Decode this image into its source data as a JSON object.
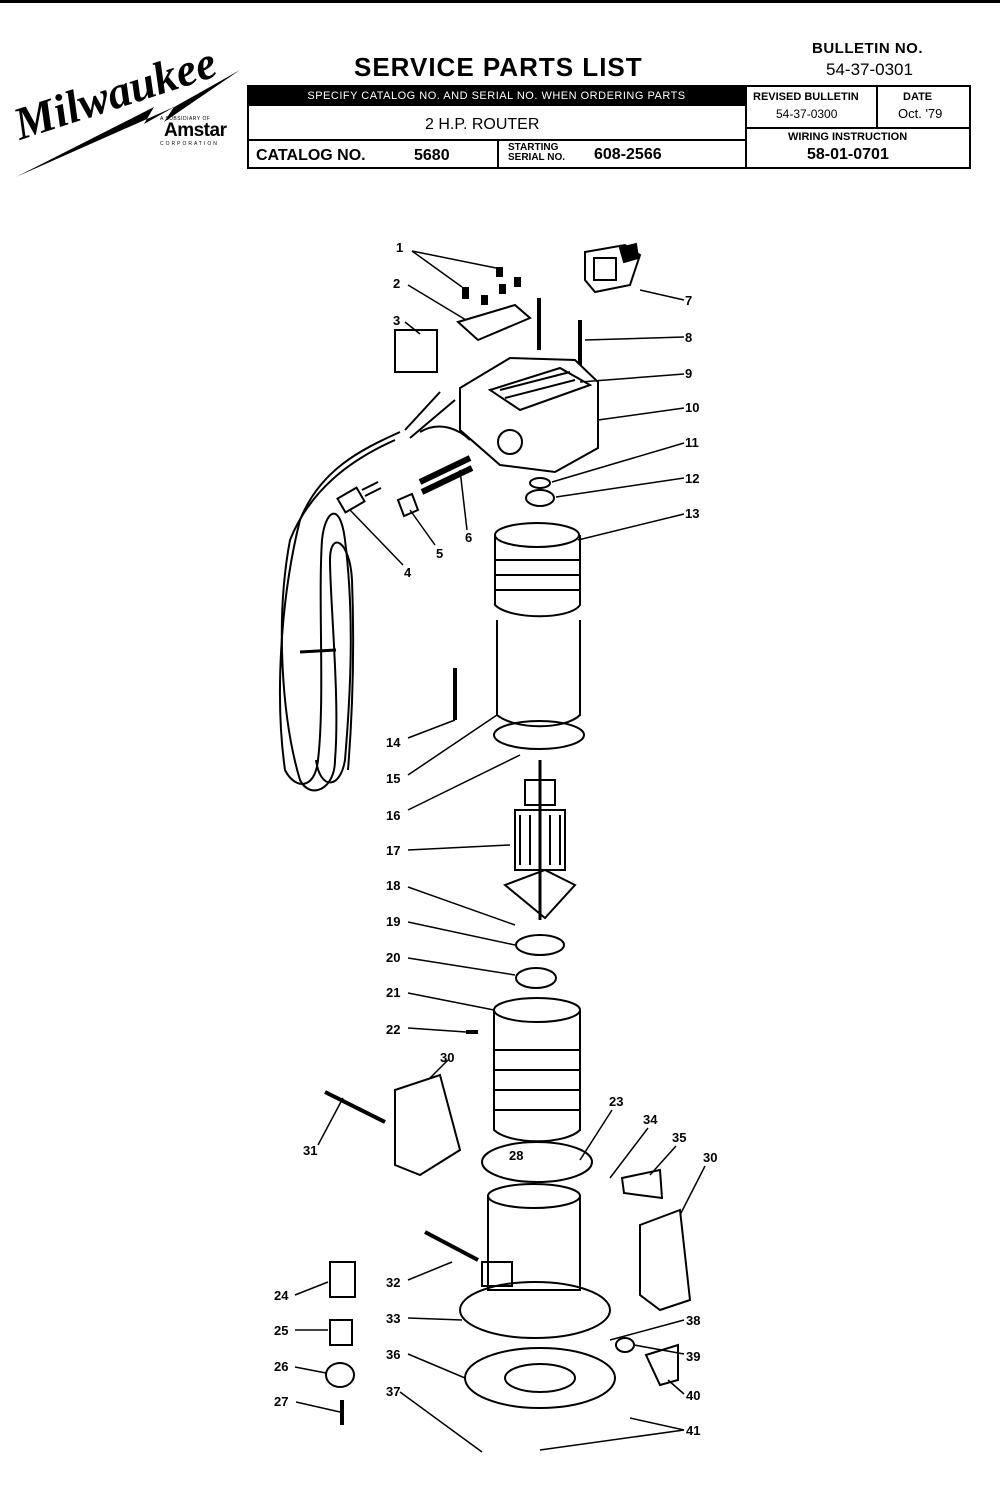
{
  "brand": {
    "name": "Milwaukee",
    "subsidiary_of": "A SUBSIDIARY OF",
    "parent": "Amstar",
    "parent_sub": "CORPORATION"
  },
  "header": {
    "title": "SERVICE PARTS LIST",
    "bulletin_label": "BULLETIN NO.",
    "bulletin_no": "54-37-0301",
    "order_note": "SPECIFY CATALOG NO. AND SERIAL NO. WHEN ORDERING PARTS",
    "product": "2 H.P. ROUTER",
    "catalog_label": "CATALOG NO.",
    "catalog_no": "5680",
    "serial_label_1": "STARTING",
    "serial_label_2": "SERIAL NO.",
    "serial_no": "608-2566",
    "revised_label": "REVISED BULLETIN",
    "revised_no": "54-37-0300",
    "date_label": "DATE",
    "date": "Oct. '79",
    "wiring_label": "WIRING INSTRUCTION",
    "wiring_no": "58-01-0701"
  },
  "callouts": [
    "1",
    "2",
    "3",
    "4",
    "5",
    "6",
    "7",
    "8",
    "9",
    "10",
    "11",
    "12",
    "13",
    "14",
    "15",
    "16",
    "17",
    "18",
    "19",
    "20",
    "21",
    "22",
    "23",
    "24",
    "25",
    "26",
    "27",
    "28",
    "30",
    "31",
    "32",
    "33",
    "34",
    "35",
    "30",
    "36",
    "37",
    "38",
    "39",
    "40",
    "41"
  ]
}
